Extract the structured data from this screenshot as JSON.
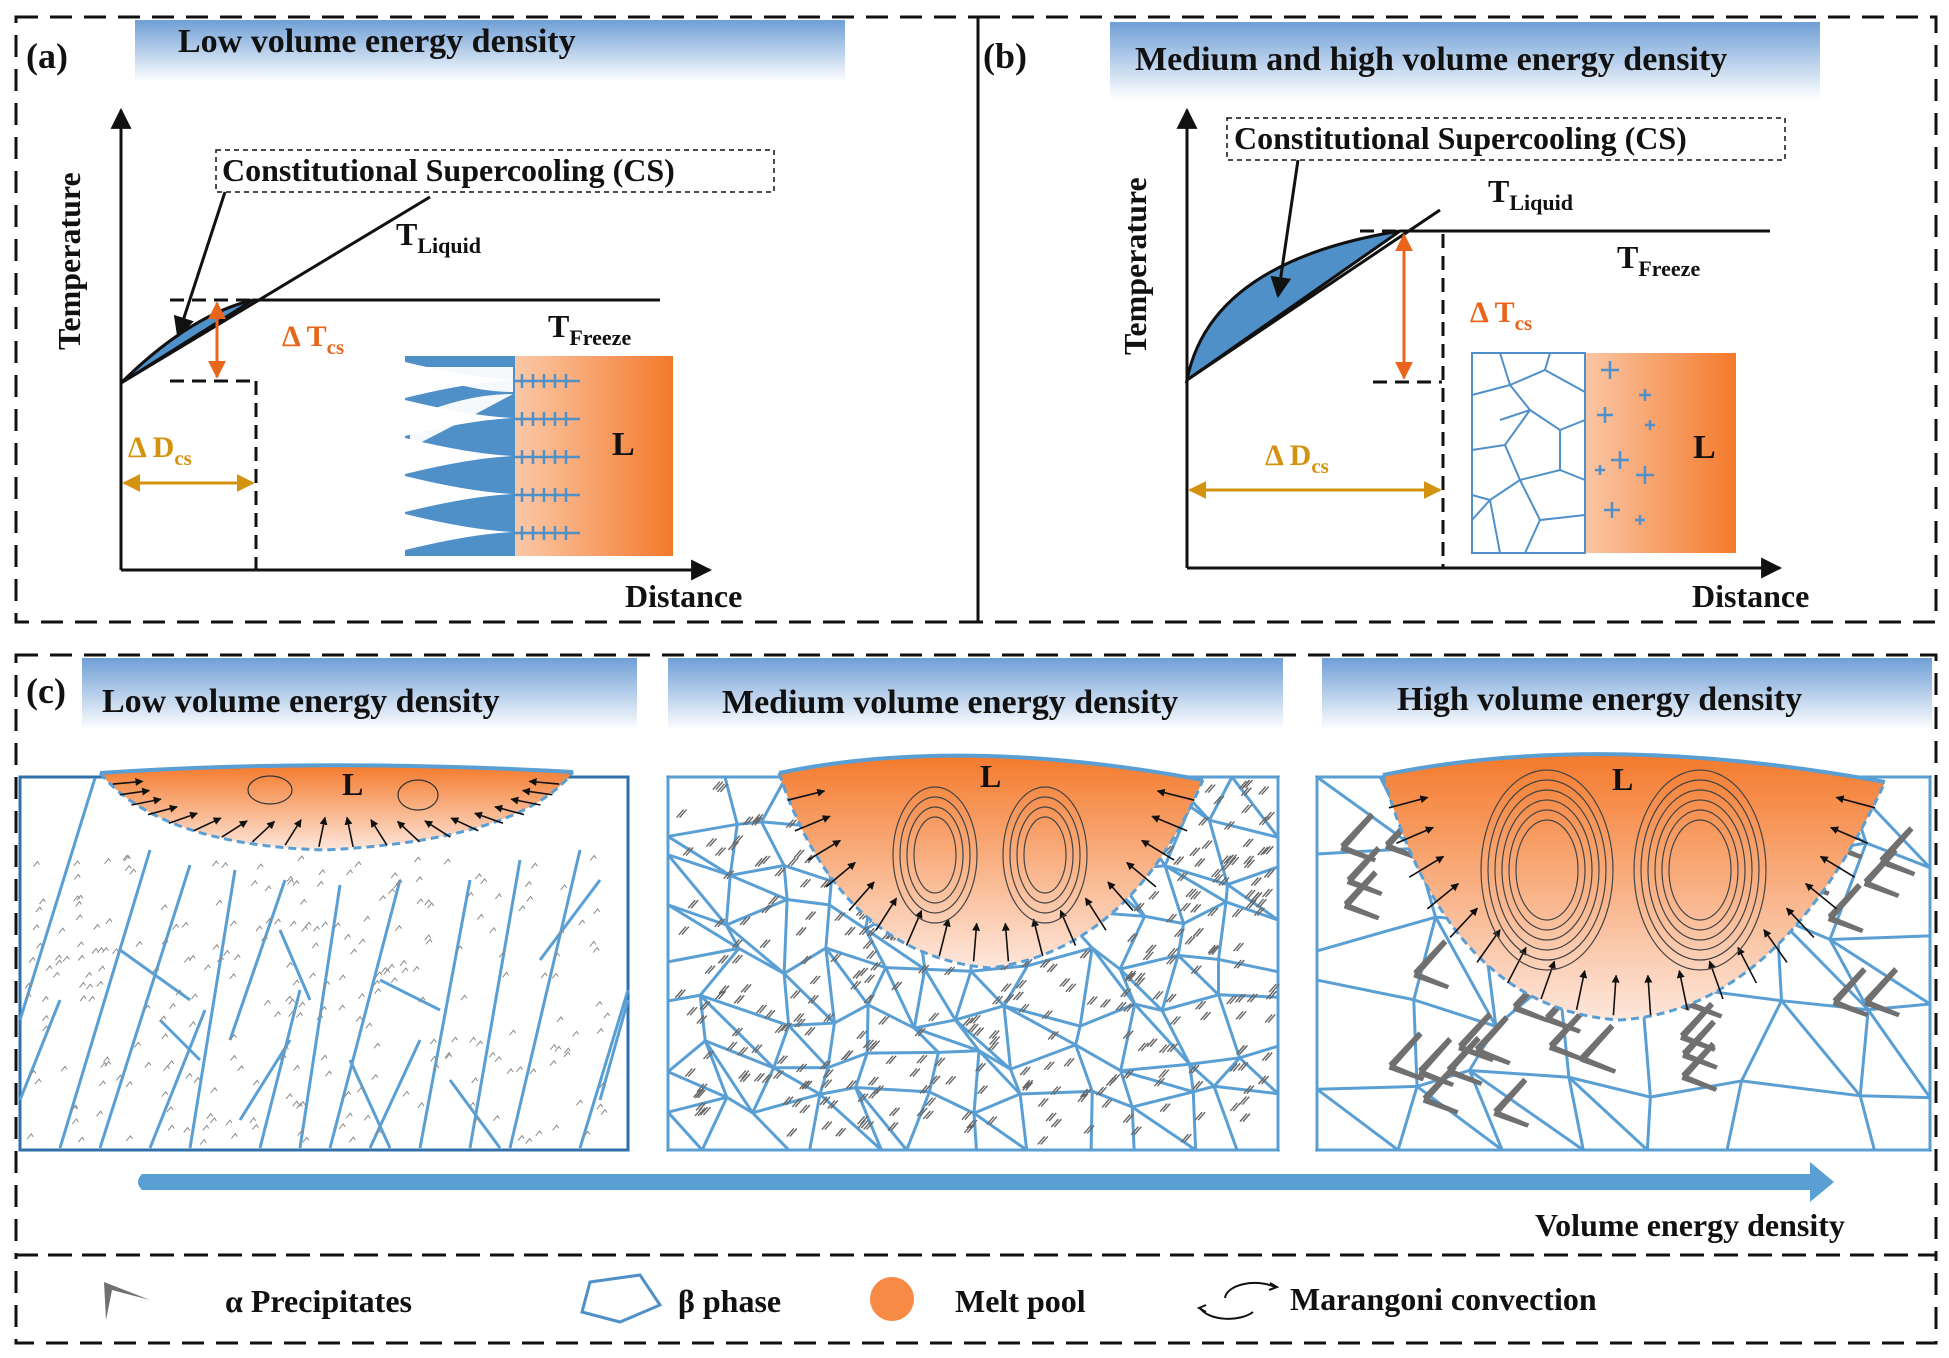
{
  "panel_a": {
    "label": "(a)",
    "title": "Low volume energy density",
    "y_axis": "Temperature",
    "x_axis": "Distance",
    "cs_box": "Constitutional Supercooling (CS)",
    "t_liquid": {
      "base": "T",
      "sub": "Liquid"
    },
    "t_freeze": {
      "base": "T",
      "sub": "Freeze"
    },
    "delta_t": {
      "base": "Δ T",
      "sub": "cs"
    },
    "delta_d": {
      "base": "Δ D",
      "sub": "cs"
    },
    "liquid_label": "L"
  },
  "panel_b": {
    "label": "(b)",
    "title": "Medium and high volume energy density",
    "y_axis": "Temperature",
    "x_axis": "Distance",
    "cs_box": "Constitutional Supercooling (CS)",
    "t_liquid": {
      "base": "T",
      "sub": "Liquid"
    },
    "t_freeze": {
      "base": "T",
      "sub": "Freeze"
    },
    "delta_t": {
      "base": "Δ T",
      "sub": "cs"
    },
    "delta_d": {
      "base": "Δ D",
      "sub": "cs"
    },
    "liquid_label": "L"
  },
  "panel_c": {
    "label": "(c)",
    "sub_titles": [
      "Low volume energy density",
      "Medium volume energy density",
      "High volume energy density"
    ],
    "pool_label": "L",
    "arrow_label": "Volume energy density"
  },
  "legend": {
    "alpha": "α  Precipitates",
    "beta": "β phase",
    "melt": "Melt pool",
    "marangoni": "Marangoni convection"
  },
  "colors": {
    "blue": "#4f90c8",
    "blue_dark": "#2f6faa",
    "orange": "#f47a2c",
    "orange_label": "#e8651b",
    "gold": "#d4930e",
    "grain": "#5a9fd4",
    "precip": "#707070"
  }
}
